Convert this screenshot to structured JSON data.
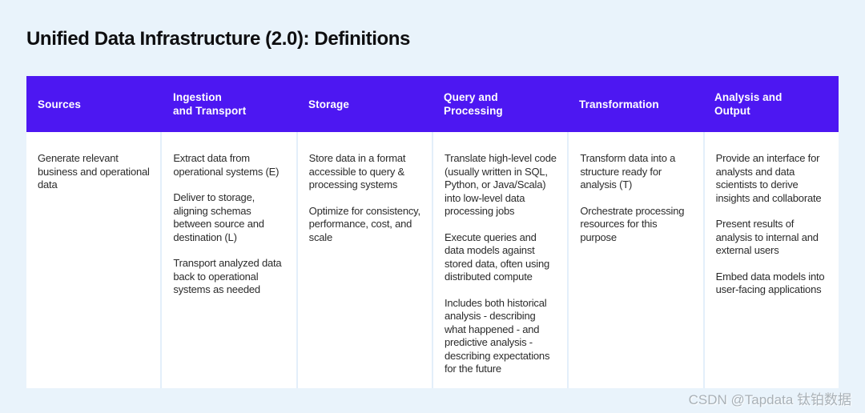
{
  "title": "Unified Data Infrastructure (2.0): Definitions",
  "colors": {
    "page_background": "#E9F3FB",
    "header_background": "#4D17F2",
    "header_text": "#FFFFFF",
    "body_text": "#2B2B2B"
  },
  "table": {
    "columns": [
      {
        "header": "Sources",
        "paragraphs": [
          "Generate relevant business and operational data"
        ]
      },
      {
        "header": "Ingestion\nand Transport",
        "paragraphs": [
          "Extract data from operational systems (E)",
          "Deliver to storage, aligning schemas between source and destination (L)",
          "Transport analyzed data back to operational systems as needed"
        ]
      },
      {
        "header": "Storage",
        "paragraphs": [
          "Store data in a format accessible to query & processing systems",
          "Optimize for consistency, performance, cost, and scale"
        ]
      },
      {
        "header": "Query and\nProcessing",
        "paragraphs": [
          "Translate high-level code (usually written in SQL, Python, or Java/Scala) into low-level data processing jobs",
          "Execute queries and data models against stored data, often using distributed compute",
          "Includes both historical analysis - describing what happened - and predictive analysis - describing expectations for the future"
        ]
      },
      {
        "header": "Transformation",
        "paragraphs": [
          "Transform data into a structure ready for analysis (T)",
          "Orchestrate processing resources for this purpose"
        ]
      },
      {
        "header": "Analysis and\nOutput",
        "paragraphs": [
          "Provide an interface for analysts and data scientists to derive insights and collaborate",
          "Present results of analysis to internal and external users",
          "Embed data models into user-facing applications"
        ]
      }
    ]
  },
  "watermark": "CSDN @Tapdata 钛铂数据"
}
